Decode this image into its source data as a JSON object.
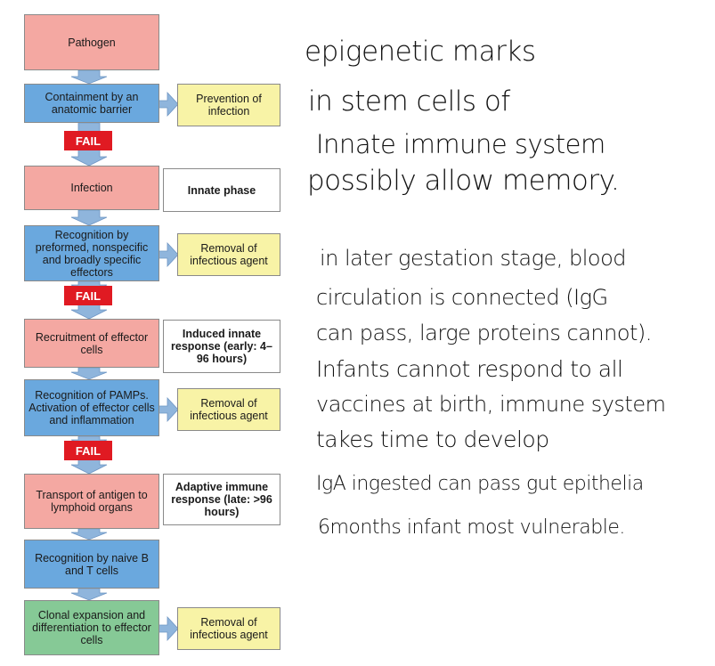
{
  "flowchart": {
    "pathogen": "Pathogen",
    "containment": "Containment by an anatomic barrier",
    "prevention": "Prevention of infection",
    "fail_1": "FAIL",
    "infection": "Infection",
    "innate_phase": "Innate phase",
    "recognition_preformed": "Recognition by preformed, nonspecific and broadly specific effectors",
    "removal_1": "Removal of infectious agent",
    "fail_2": "FAIL",
    "recruitment": "Recruitment of effector cells",
    "induced_innate": "Induced innate response (early: 4–96 hours)",
    "recognition_pamps": "Recognition of PAMPs. Activation of effector cells and inflammation",
    "removal_2": "Removal of infectious agent",
    "fail_3": "FAIL",
    "transport": "Transport of antigen to lymphoid organs",
    "adaptive": "Adaptive immune response (late: >96 hours)",
    "recognition_naive": "Recognition by naive B and T cells",
    "clonal": "Clonal expansion and differentiation to effector cells",
    "removal_3": "Removal of infectious agent"
  },
  "handwritten_notes": [
    "epigenetic marks",
    "in stem cells of",
    "Innate immune system",
    "possibly allow memory.",
    "in later gestation stage, blood",
    "circulation is connected (IgG",
    "can pass, large proteins cannot).",
    "Infants cannot respond to all",
    "vaccines at birth, immune system",
    "takes time to develop",
    "IgA ingested can pass gut epithelia",
    "6months infant most vulnerable."
  ],
  "colors": {
    "pink": "#f4a8a2",
    "blue": "#6aa8de",
    "yellow": "#f8f3a6",
    "green": "#86c996",
    "fail_red": "#e01a22",
    "arrow_blue": "#8fb5dc"
  }
}
